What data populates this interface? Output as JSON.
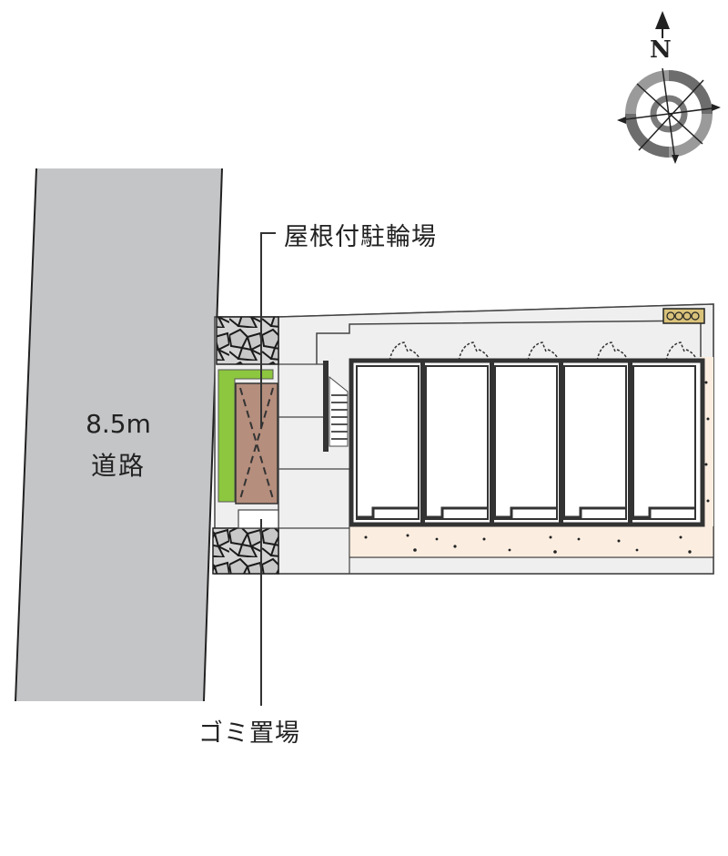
{
  "map": {
    "type": "site-plan",
    "north_indicator": {
      "label": "N",
      "icon": "compass-rose-icon"
    },
    "road": {
      "width_label": "8.5m",
      "name_label": "道路",
      "color": "#c4c5c7"
    },
    "callouts": {
      "bicycle_parking": "屋根付駐輪場",
      "trash_area": "ゴミ置場"
    },
    "building": {
      "unit_count": 5
    },
    "colors": {
      "lot_fill": "#efefef",
      "planting_green": "#8dc63f",
      "bike_parking_fill": "#b58e7d",
      "gravel_fill": "#fbeee0",
      "mailbox_fill": "#d9c27a",
      "wall": "#333333"
    }
  }
}
